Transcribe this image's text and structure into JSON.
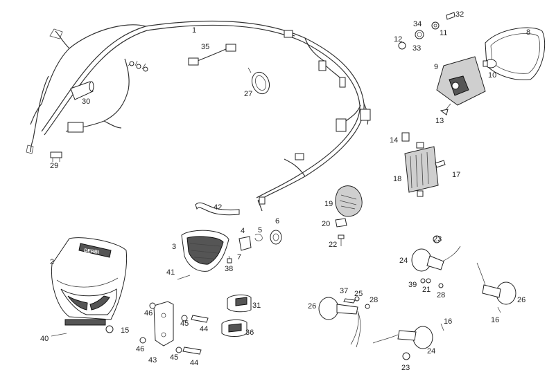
{
  "labels": [
    {
      "id": "1",
      "text": "1"
    },
    {
      "id": "2",
      "text": "2"
    },
    {
      "id": "3",
      "text": "3"
    },
    {
      "id": "4",
      "text": "4"
    },
    {
      "id": "5",
      "text": "5"
    },
    {
      "id": "6",
      "text": "6"
    },
    {
      "id": "7",
      "text": "7"
    },
    {
      "id": "8",
      "text": "8"
    },
    {
      "id": "9",
      "text": "9"
    },
    {
      "id": "10",
      "text": "10"
    },
    {
      "id": "11",
      "text": "11"
    },
    {
      "id": "12",
      "text": "12"
    },
    {
      "id": "13",
      "text": "13"
    },
    {
      "id": "14",
      "text": "14"
    },
    {
      "id": "15",
      "text": "15"
    },
    {
      "id": "16a",
      "text": "16"
    },
    {
      "id": "16b",
      "text": "16"
    },
    {
      "id": "17",
      "text": "17"
    },
    {
      "id": "18",
      "text": "18"
    },
    {
      "id": "19",
      "text": "19"
    },
    {
      "id": "20",
      "text": "20"
    },
    {
      "id": "21",
      "text": "21"
    },
    {
      "id": "22",
      "text": "22"
    },
    {
      "id": "23a",
      "text": "23"
    },
    {
      "id": "23b",
      "text": "23"
    },
    {
      "id": "24a",
      "text": "24"
    },
    {
      "id": "24b",
      "text": "24"
    },
    {
      "id": "25",
      "text": "25"
    },
    {
      "id": "26a",
      "text": "26"
    },
    {
      "id": "26b",
      "text": "26"
    },
    {
      "id": "27",
      "text": "27"
    },
    {
      "id": "28a",
      "text": "28"
    },
    {
      "id": "28b",
      "text": "28"
    },
    {
      "id": "29",
      "text": "29"
    },
    {
      "id": "30",
      "text": "30"
    },
    {
      "id": "31",
      "text": "31"
    },
    {
      "id": "32",
      "text": "32"
    },
    {
      "id": "33",
      "text": "33"
    },
    {
      "id": "34",
      "text": "34"
    },
    {
      "id": "35",
      "text": "35"
    },
    {
      "id": "36",
      "text": "36"
    },
    {
      "id": "37",
      "text": "37"
    },
    {
      "id": "38",
      "text": "38"
    },
    {
      "id": "39",
      "text": "39"
    },
    {
      "id": "40",
      "text": "40"
    },
    {
      "id": "41",
      "text": "41"
    },
    {
      "id": "42",
      "text": "42"
    },
    {
      "id": "43",
      "text": "43"
    },
    {
      "id": "44a",
      "text": "44"
    },
    {
      "id": "44b",
      "text": "44"
    },
    {
      "id": "45a",
      "text": "45"
    },
    {
      "id": "45b",
      "text": "45"
    },
    {
      "id": "46a",
      "text": "46"
    },
    {
      "id": "46b",
      "text": "46"
    }
  ],
  "brand_mark": "DERBI"
}
